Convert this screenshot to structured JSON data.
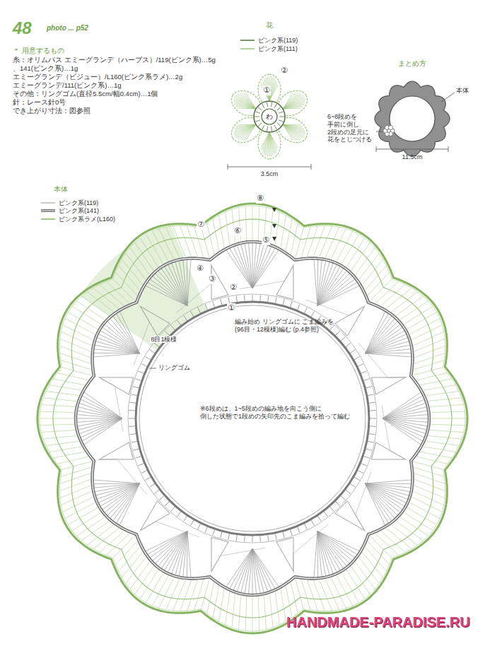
{
  "diagram": {
    "title": "48",
    "nodes": [
      {
        "text": [
          "わ"
        ]
      }
    ],
    "labels": [
      "photo ... p52",
      "＊ 用意するもの",
      "糸：オリムパス エミーグランデ（ハーブス）/119(ピンク系)…5g",
      "、141(ピンク系)…1g",
      "エミーグランデ（ビジュー）/L160(ピンク系ラメ)…2g",
      "エミーグランデ/111(ピンク系)…1g",
      "その他：リングゴム(直径5.5cm/幅0.4cm)…1個",
      "針：レース針0号",
      "でき上がり寸法：図参照",
      "花",
      "②",
      "①",
      "3.5cm",
      "まとめ方",
      "本体",
      "6~8段めを 手前に倒し 2段めの足元に 花をとじつける",
      "11.5cm",
      "本体",
      "⑧",
      "⑦",
      "⑥",
      "⑤",
      "④",
      "③",
      "②",
      "①",
      "8目1模様",
      "編み始め リングゴムに こま編みを(96目・12模様)編む (p.4参照)",
      "リングゴム",
      "※6段めは、1~5段めの編み地を向こう側に 倒した状態で1段めの矢印先のこま編みを拾って編む",
      "HANDMADE-PARADISE.RU"
    ],
    "legend": [
      {
        "text": "ピンク系(119)"
      },
      {
        "text": "ピンク系(111)"
      },
      {
        "text": "ピンク系(119)"
      },
      {
        "text": "ピンク系(141)"
      },
      {
        "text": "ピンク系ラメ(L160)"
      }
    ]
  }
}
